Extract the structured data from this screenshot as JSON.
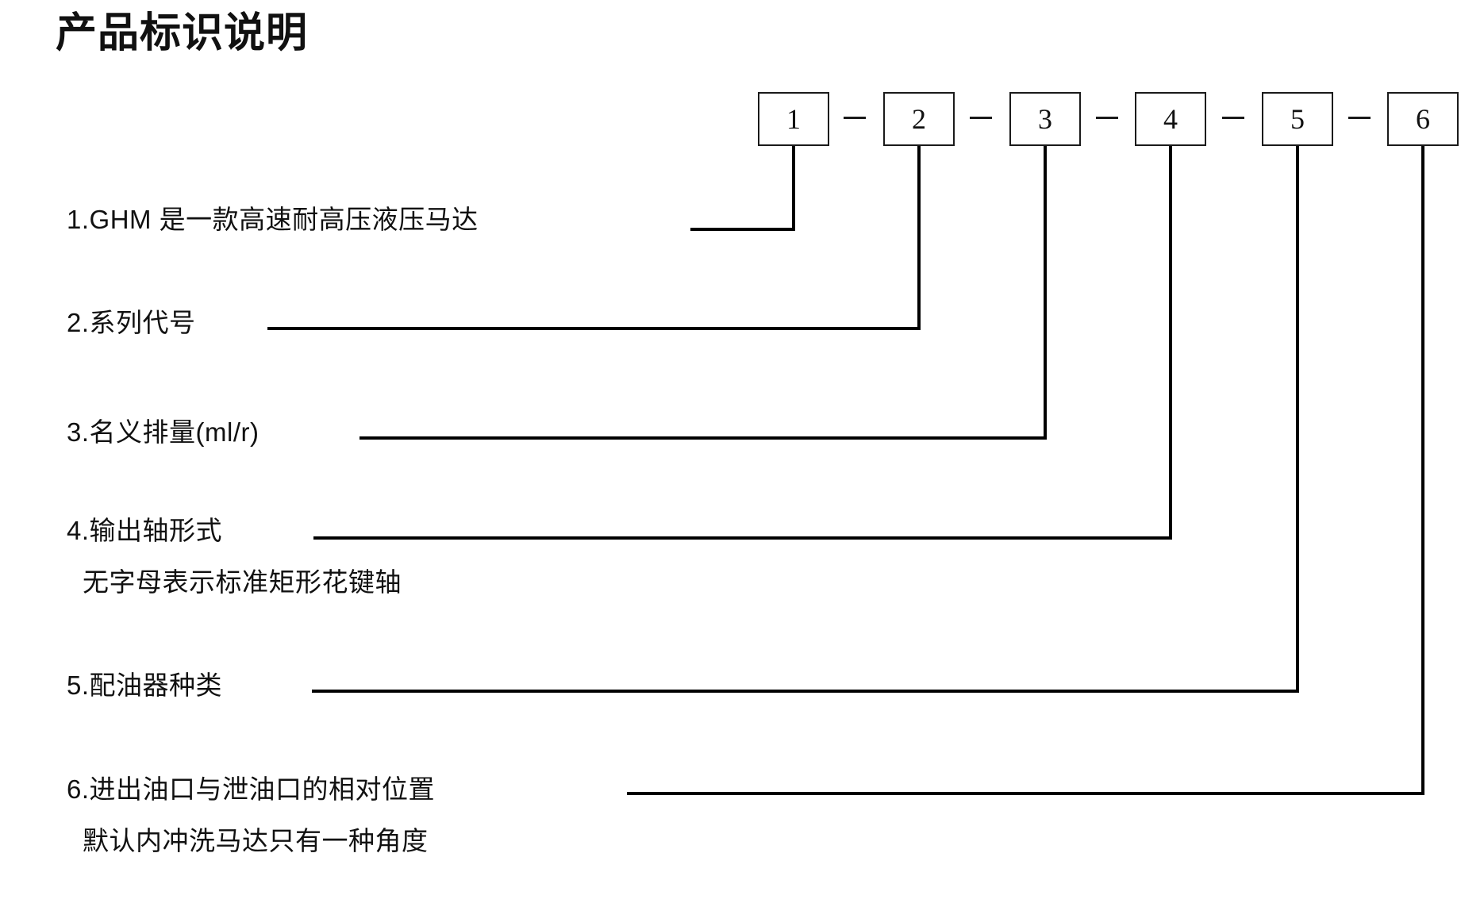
{
  "page": {
    "title": "产品标识说明",
    "background_color": "#ffffff",
    "line_color": "#000000",
    "text_color": "#111111"
  },
  "code_boxes": [
    {
      "id": "1",
      "label": "1"
    },
    {
      "id": "2",
      "label": "2"
    },
    {
      "id": "3",
      "label": "3"
    },
    {
      "id": "4",
      "label": "4"
    },
    {
      "id": "5",
      "label": "5"
    },
    {
      "id": "6",
      "label": "6"
    }
  ],
  "separators": [
    {
      "label": "–"
    },
    {
      "label": "–"
    },
    {
      "label": "–"
    },
    {
      "label": "–"
    },
    {
      "label": "–"
    }
  ],
  "descriptions": [
    {
      "index": "1",
      "text": "1.GHM 是一款高速耐高压液压马达",
      "sub_text": ""
    },
    {
      "index": "2",
      "text": "2.系列代号",
      "sub_text": ""
    },
    {
      "index": "3",
      "text": "3.名义排量(ml/r)",
      "sub_text": ""
    },
    {
      "index": "4",
      "text": "4.输出轴形式",
      "sub_text": "无字母表示标准矩形花键轴"
    },
    {
      "index": "5",
      "text": "5.配油器种类",
      "sub_text": ""
    },
    {
      "index": "6",
      "text": "6.进出油口与泄油口的相对位置",
      "sub_text": "默认内冲洗马达只有一种角度"
    }
  ]
}
